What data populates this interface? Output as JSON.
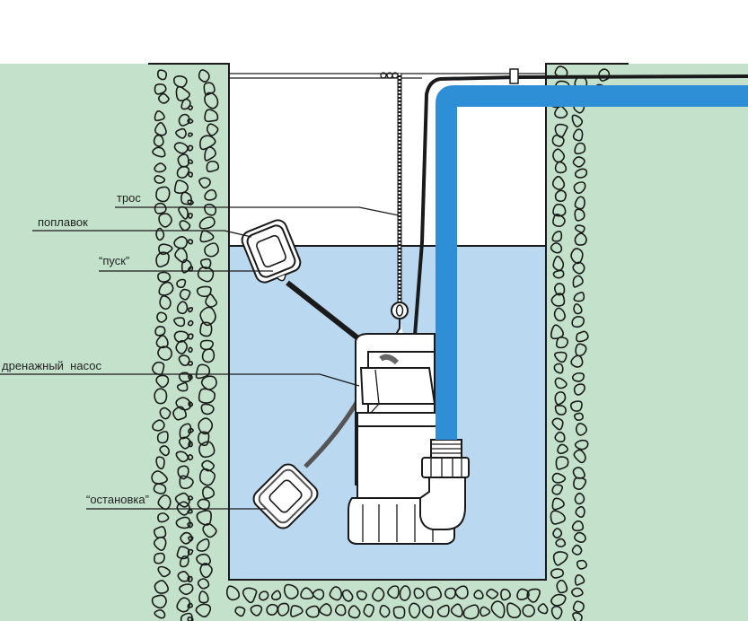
{
  "diagram": {
    "title": "Схема установки дренажного насоса с поплавковым выключателем",
    "colors": {
      "ground": "#c4e2cb",
      "water": "#bad8f0",
      "pipe": "#2e8fd6",
      "outline": "#1a1a1a",
      "background": "#ffffff"
    },
    "labels": {
      "rope": "трос",
      "float": "поплавок",
      "start": "“пуск”",
      "pump": "дренажный  насос",
      "stop": "“остановка”"
    }
  }
}
